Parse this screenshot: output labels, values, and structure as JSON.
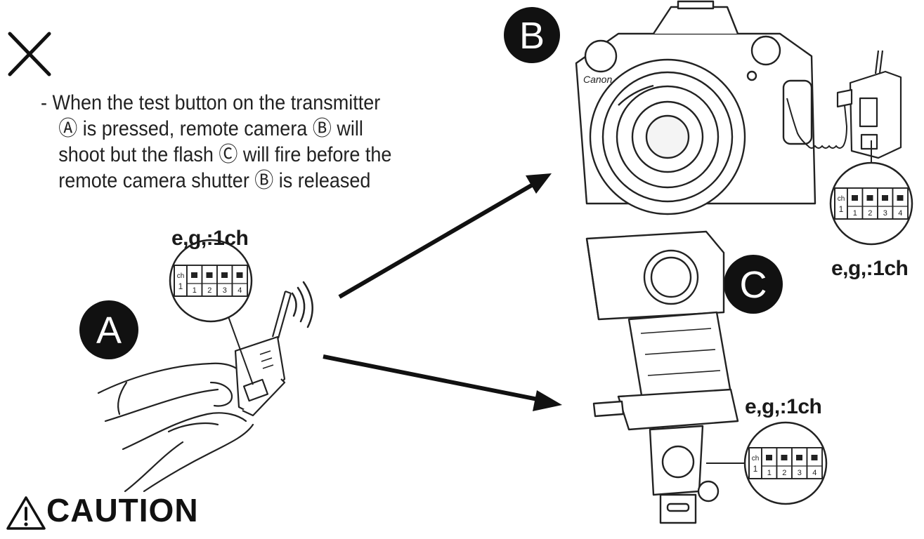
{
  "description": {
    "lines": [
      "- When the test button on the transmitter",
      "Ⓐ is pressed, remote camera Ⓑ will",
      "shoot but the flash Ⓒ will fire before the",
      "remote camera shutter Ⓑ is released"
    ]
  },
  "labels": {
    "a": "A",
    "b": "B",
    "c": "C"
  },
  "channel": {
    "example_text": "e,g,:1ch",
    "ch_text": "ch",
    "ch_num": "1",
    "switch_numbers": [
      "1",
      "2",
      "3",
      "4"
    ]
  },
  "caution": {
    "text": "CAUTION"
  },
  "icons": {
    "status": "x-mark-icon",
    "warning": "warning-triangle-icon",
    "signal": "radio-waves-icon"
  }
}
